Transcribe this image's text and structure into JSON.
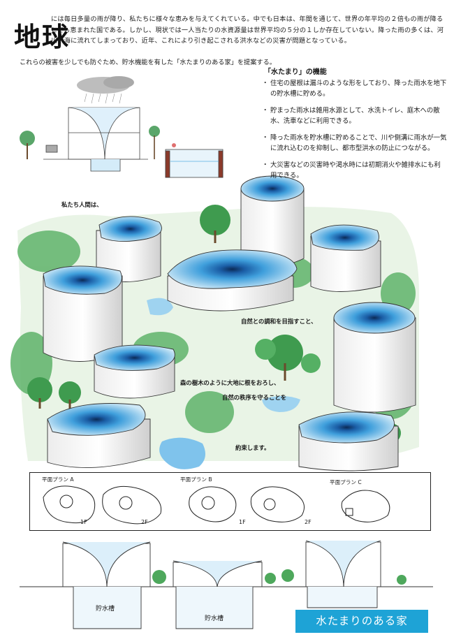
{
  "headline": "地球",
  "intro": "には毎日多量の雨が降り、私たちに様々な恵みを与えてくれている。中でも日本は、年間を通じて、世界の年平均の２倍もの雨が降るとても恵まれた国である。しかし、現状では一人当たりの水資源量は世界平均の５分の１しか存在していない。降った雨の多くは、河川や海に流れてしまっており、近年、これにより引き起こされる洪水などの災害が問題となっている。",
  "intro2": "これらの被害を少しでも防ぐため、貯水機能を有した「水たまりのある家」を提案する。",
  "features": {
    "title": "「水たまり」の機能",
    "items": [
      "住宅の屋根は漏斗のような形をしており、降った雨水を地下の貯水槽に貯める。",
      "貯まった雨水は雑用水源として、水洗トイレ、庭木への散水、洗車などに利用できる。",
      "降った雨水を貯水槽に貯めることで、川や側溝に雨水が一気に流れ込むのを抑制し、都市型洪水の防止につながる。",
      "大災害などの災害時や渇水時には初期消火や雑排水にも利用できる。"
    ]
  },
  "notes": {
    "n1": "私たち人間は、",
    "n2": "自然との調和を目指すこと、",
    "n3": "森の樹木のように大地に根をおろし、",
    "n4": "自然の秩序を守ることを",
    "n5": "約束します。"
  },
  "plans": {
    "a": "平面プラン A",
    "b": "平面プラン B",
    "c": "平面プラン C",
    "f1": "1F",
    "f2": "2F"
  },
  "tank_label": "貯水槽",
  "sign": "水たまりのある家",
  "colors": {
    "water": "#3f9fdc",
    "grass": "#4caa5a",
    "sign": "#1ea3d6"
  }
}
